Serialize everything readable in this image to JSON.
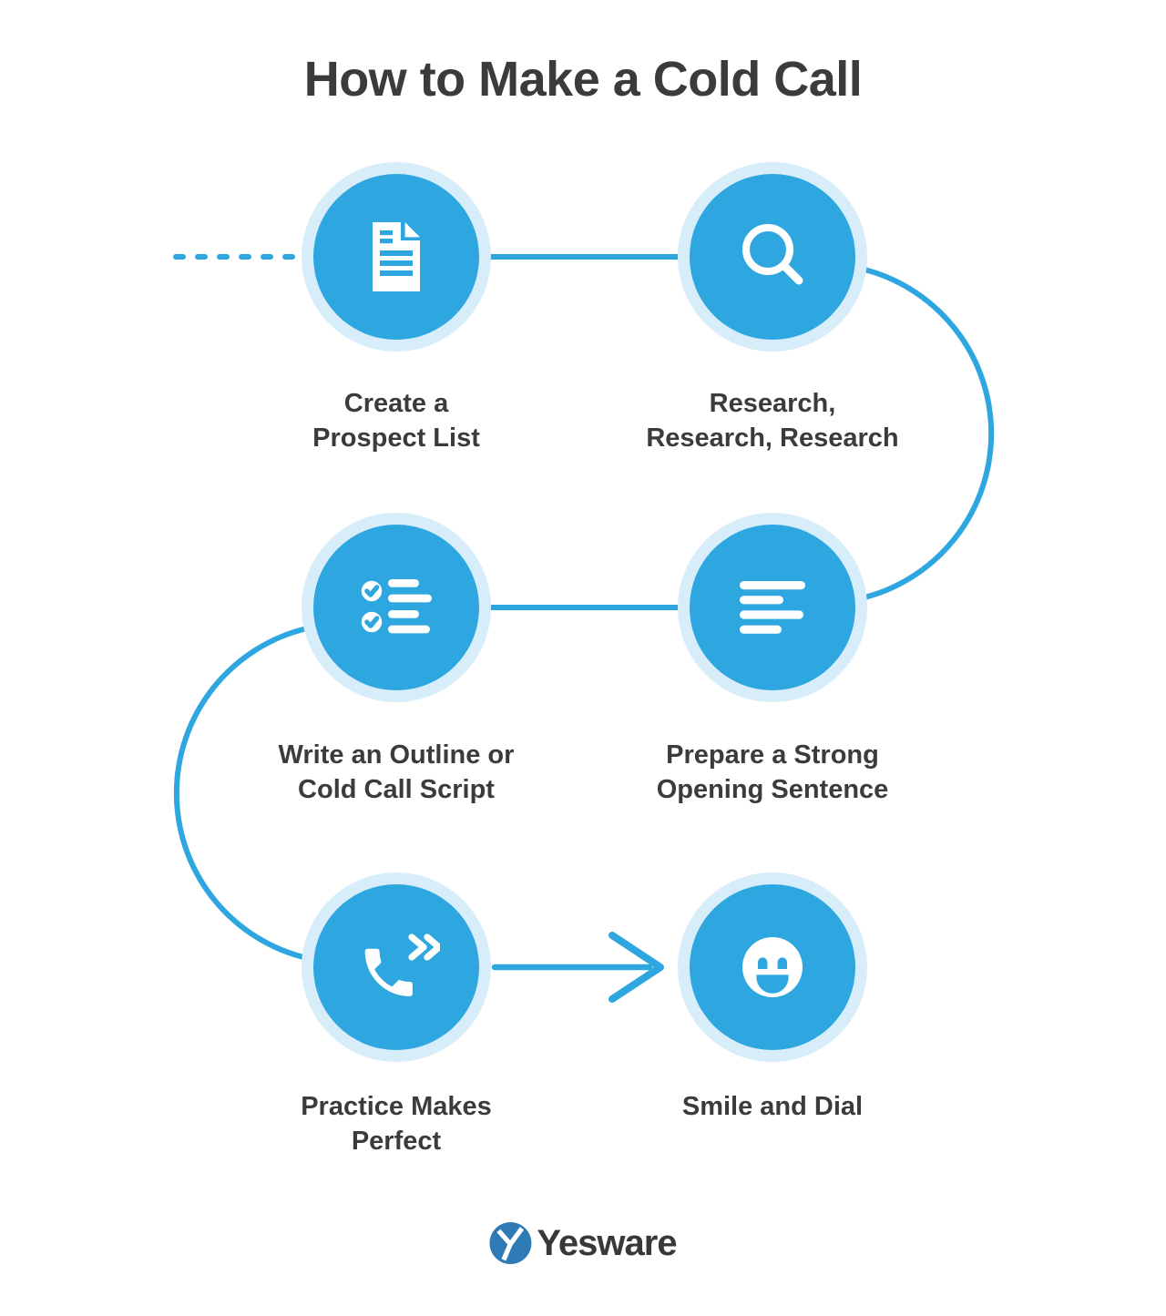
{
  "title": "How to Make a Cold Call",
  "steps": [
    {
      "label": "Create a\nProspect List",
      "icon": "document-icon"
    },
    {
      "label": "Research,\nResearch, Research",
      "icon": "search-icon"
    },
    {
      "label": "Write an Outline or\nCold Call Script",
      "icon": "checklist-icon"
    },
    {
      "label": "Prepare a Strong\nOpening Sentence",
      "icon": "text-lines-icon"
    },
    {
      "label": "Practice Makes\nPerfect",
      "icon": "phone-icon"
    },
    {
      "label": "Smile and Dial",
      "icon": "smiley-icon"
    }
  ],
  "footer": {
    "brand": "Yesware"
  },
  "colors": {
    "accent": "#2EA7E0",
    "halo": "#D8EDFA",
    "text": "#3B3B3B",
    "icon_fg": "#FFFFFF",
    "logo_blue": "#2E7BB6"
  }
}
